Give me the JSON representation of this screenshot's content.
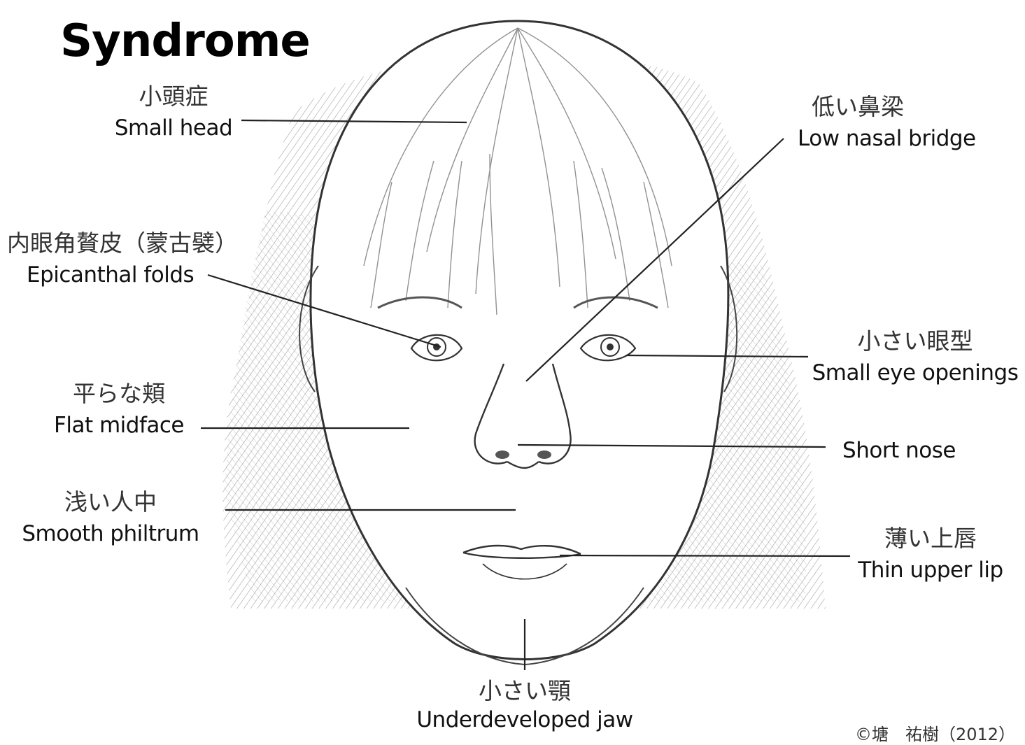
{
  "title": "Syndrome",
  "features": {
    "small_head": {
      "jp": "小頭症",
      "en": "Small head"
    },
    "low_nasal_bridge": {
      "jp": "低い鼻梁",
      "en": "Low nasal bridge"
    },
    "epicanthal_folds": {
      "jp": "内眼角贅皮（蒙古襞）",
      "en": "Epicanthal folds"
    },
    "small_eye_openings": {
      "jp": "小さい眼型",
      "en": "Small eye openings"
    },
    "flat_midface": {
      "jp": "平らな頬",
      "en": "Flat midface"
    },
    "short_nose": {
      "en": "Short nose"
    },
    "smooth_philtrum": {
      "jp": "浅い人中",
      "en": "Smooth philtrum"
    },
    "thin_upper_lip": {
      "jp": "薄い上唇",
      "en": "Thin upper lip"
    },
    "underdeveloped_jaw": {
      "jp": "小さい顎",
      "en": "Underdeveloped jaw"
    }
  },
  "copyright": "©塘　祐樹（2012）"
}
